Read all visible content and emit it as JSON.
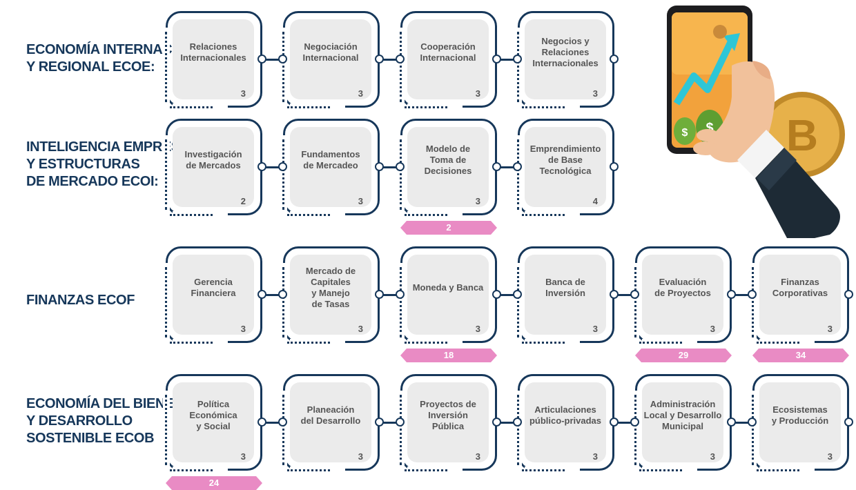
{
  "rows": [
    {
      "title": "Economía Internacional\nY Regional ECOE:",
      "courses": [
        {
          "name": "Relaciones\nInternacionales",
          "credits": "3"
        },
        {
          "name": "Negociación\nInternacional",
          "credits": "3"
        },
        {
          "name": "Cooperación\nInternacional",
          "credits": "3"
        },
        {
          "name": "Negocios y\nRelaciones\nInternacionales",
          "credits": "3"
        }
      ]
    },
    {
      "title": "Inteligencia Empresarial\nY Estructuras\nDe Mercado ECOI:",
      "courses": [
        {
          "name": "Investigación\nde Mercados",
          "credits": "2"
        },
        {
          "name": "Fundamentos\nde Mercadeo",
          "credits": "3"
        },
        {
          "name": "Modelo de\nToma de\nDecisiones",
          "credits": "3",
          "prerequisite": "2"
        },
        {
          "name": "Emprendimiento\nde Base\nTecnológica",
          "credits": "4"
        }
      ]
    },
    {
      "title": "Finanzas ECOF",
      "courses": [
        {
          "name": "Gerencia\nFinanciera",
          "credits": "3"
        },
        {
          "name": "Mercado de\nCapitales\ny Manejo\nde Tasas",
          "credits": "3"
        },
        {
          "name": "Moneda y Banca",
          "credits": "3",
          "prerequisite": "18"
        },
        {
          "name": "Banca de\nInversión",
          "credits": "3"
        },
        {
          "name": "Evaluación\nde Proyectos",
          "credits": "3",
          "prerequisite": "29"
        },
        {
          "name": "Finanzas\nCorporativas",
          "credits": "3",
          "prerequisite": "34"
        }
      ]
    },
    {
      "title": "Economía del Bienestar\nY Desarrollo\nSostenible ECOB",
      "courses": [
        {
          "name": "Política\nEconómica\ny Social",
          "credits": "3",
          "prerequisite": "24"
        },
        {
          "name": "Planeación\ndel Desarrollo",
          "credits": "3"
        },
        {
          "name": "Proyectos de\nInversión\nPública",
          "credits": "3"
        },
        {
          "name": "Articulaciones\npúblico-privadas",
          "credits": "3"
        },
        {
          "name": "Administración\nLocal y Desarrollo\nMunicipal",
          "credits": "3"
        },
        {
          "name": "Ecosistemas\ny Producción",
          "credits": "3"
        }
      ]
    }
  ],
  "illustration": {
    "icon": "hand-holding-phone-with-growth-chart-and-bitcoin-icon"
  }
}
